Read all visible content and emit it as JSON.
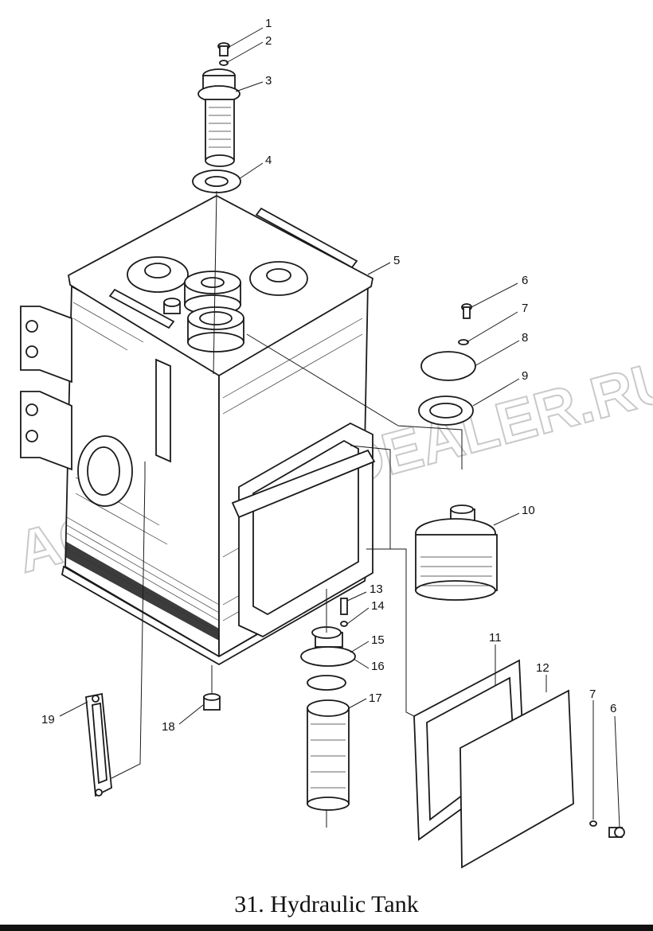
{
  "caption": "31. Hydraulic Tank",
  "watermark": "ACAT.AUTODEALER.RU",
  "callouts": [
    {
      "label": "1"
    },
    {
      "label": "2"
    },
    {
      "label": "3"
    },
    {
      "label": "4"
    },
    {
      "label": "5"
    },
    {
      "label": "6"
    },
    {
      "label": "7"
    },
    {
      "label": "8"
    },
    {
      "label": "9"
    },
    {
      "label": "10"
    },
    {
      "label": "13"
    },
    {
      "label": "14"
    },
    {
      "label": "15"
    },
    {
      "label": "16"
    },
    {
      "label": "17"
    },
    {
      "label": "11"
    },
    {
      "label": "12"
    },
    {
      "label": "7"
    },
    {
      "label": "6"
    },
    {
      "label": "18"
    },
    {
      "label": "19"
    }
  ]
}
